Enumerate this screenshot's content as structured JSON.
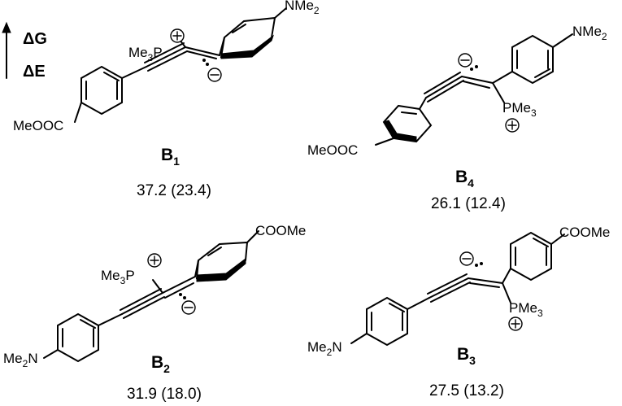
{
  "legend": {
    "line1": "ΔG",
    "line2": "ΔE"
  },
  "structures": [
    {
      "id_main": "B",
      "id_sub": "1",
      "energy": "37.2 (23.4)",
      "groups": {
        "amine": "NMe",
        "amine_sub": "2",
        "ester": "MeOOC",
        "phos": "Me",
        "phos_sub": "3",
        "phos_tail": "P"
      },
      "charges": {
        "plus": "+",
        "minus": "−"
      }
    },
    {
      "id_main": "B",
      "id_sub": "4",
      "energy": "26.1 (12.4)",
      "groups": {
        "amine": "NMe",
        "amine_sub": "2",
        "ester": "MeOOC",
        "phos": "PMe",
        "phos_sub": "3"
      },
      "charges": {
        "plus": "+",
        "minus": "−"
      }
    },
    {
      "id_main": "B",
      "id_sub": "2",
      "energy": "31.9 (18.0)",
      "groups": {
        "amine": "Me",
        "amine_sub": "2",
        "amine_tail": "N",
        "ester": "COOMe",
        "phos": "Me",
        "phos_sub": "3",
        "phos_tail": "P"
      },
      "charges": {
        "plus": "+",
        "minus": "−"
      }
    },
    {
      "id_main": "B",
      "id_sub": "3",
      "energy": "27.5 (13.2)",
      "groups": {
        "amine": "Me",
        "amine_sub": "2",
        "amine_tail": "N",
        "ester": "COOMe",
        "phos": "PMe",
        "phos_sub": "3"
      },
      "charges": {
        "plus": "+",
        "minus": "−"
      }
    }
  ]
}
